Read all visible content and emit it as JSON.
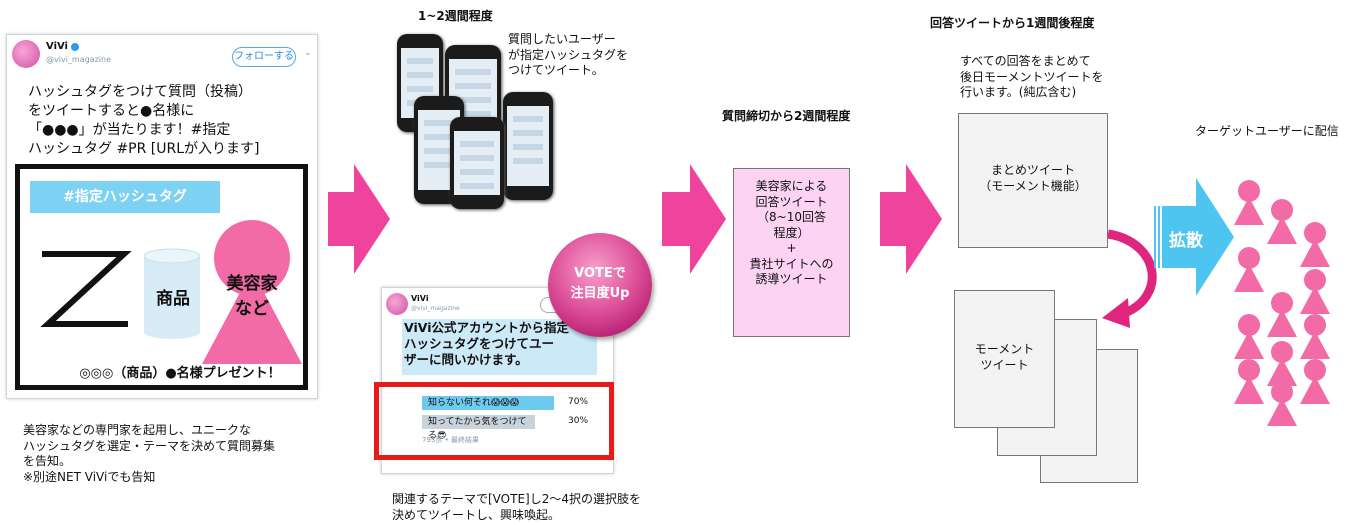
{
  "stage1": {
    "tweet": {
      "account_name": "ViVi",
      "account_handle": "@vivi_magazine",
      "follow_label": "フォローする",
      "body_lines": [
        "ハッシュタグをつけて質問（投稿）",
        "をツイートすると●名様に",
        "「●●●」が当たります！#指定",
        "ハッシュタグ #PR [URLが入ります]"
      ],
      "hashtag_banner": "#指定ハッシュタグ",
      "product_label": "商品",
      "expert_lines": [
        "美容家",
        "など"
      ],
      "present_caption": "◎◎◎（商品）●名様プレゼント！"
    },
    "description_lines": [
      "美容家などの専門家を起用し、ユニークな",
      "ハッシュタグを選定・テーマを決めて質問募集",
      "を告知。",
      "※別途NET ViViでも告知"
    ]
  },
  "stage2": {
    "header": "1~2週間程度",
    "phones_caption_lines": [
      "質問したいユーザー",
      "が指定ハッシュタグを",
      "つけてツイート。"
    ],
    "poll_tweet": {
      "account_name": "ViVi",
      "account_handle": "@vivi_magazine",
      "headline_lines": [
        "ViVi公式アカウントから指定",
        "ハッシュタグをつけてユー",
        "ザーに問いかけます。"
      ],
      "options": [
        {
          "label": "知らない何それ😱😱😱",
          "percent_text": "70%",
          "percent": 70
        },
        {
          "label": "知ってたから気をつけてる😎",
          "percent_text": "30%",
          "percent": 30
        }
      ],
      "footer": "793票 • 最終結果"
    },
    "vote_badge_lines": [
      "VOTEで",
      "注目度Up"
    ],
    "description_lines": [
      "関連するテーマで[VOTE]し2〜4択の選択肢を",
      "決めてツイートし、興味喚起。"
    ]
  },
  "stage3": {
    "header": "質問締切から2週間程度",
    "box_lines": [
      "美容家による",
      "回答ツイート",
      "（8~10回答",
      "程度）",
      "+",
      "貴社サイトへの",
      "誘導ツイート"
    ]
  },
  "stage4": {
    "header": "回答ツイートから1週間後程度",
    "caption_lines": [
      "すべての回答をまとめて",
      "後日モーメントツイートを",
      "行います。(純広含む)"
    ],
    "summary_doc_lines": [
      "まとめツイート",
      "（モーメント機能）"
    ],
    "moment_doc_lines": [
      "モーメント",
      "ツイート"
    ]
  },
  "stage5": {
    "spread_label": "拡散",
    "caption": "ターゲットユーザーに配信"
  },
  "colors": {
    "arrow_pink": "#f0449c",
    "person_pink": "#f26aa6",
    "spread_blue": "#4dc5f0",
    "banner_blue": "#7dd1f3",
    "answer_box": "#fcd3f2",
    "poll_red": "#e81b1b",
    "poll_bar_blue": "#6fcaf0",
    "poll_bar_gray": "#c8d3dc"
  }
}
